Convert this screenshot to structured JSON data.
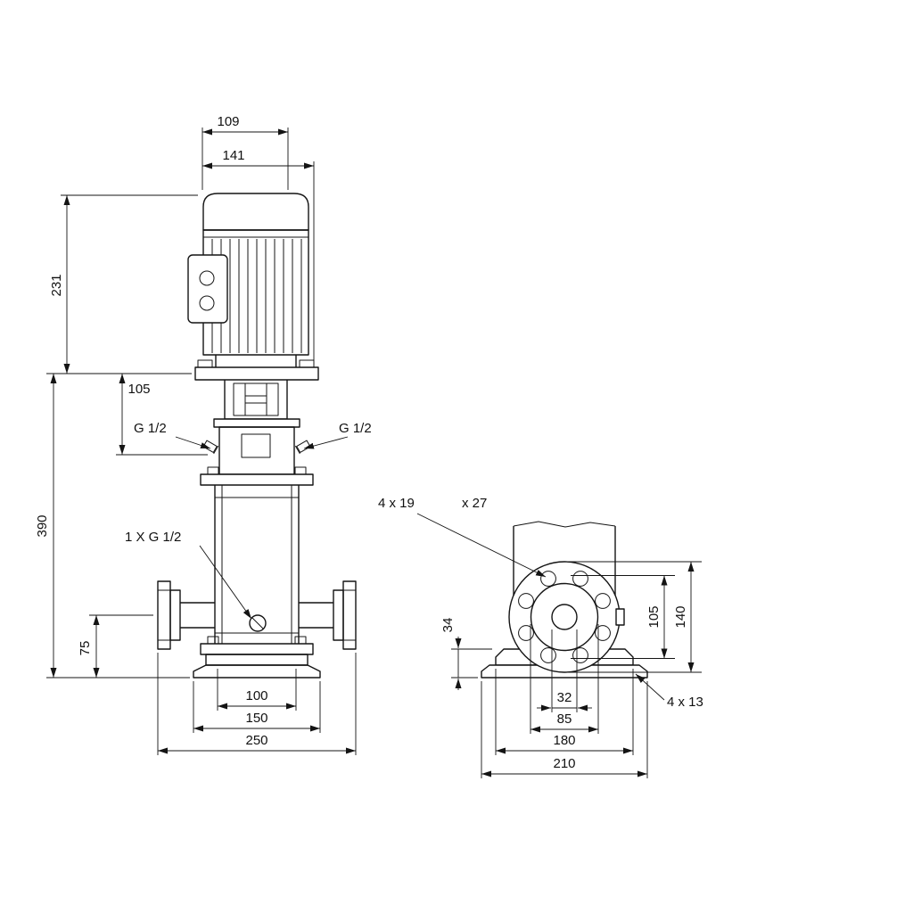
{
  "page": {
    "background": "#ffffff",
    "line_color": "#141414"
  },
  "front_view": {
    "dims": {
      "d109": "109",
      "d141": "141",
      "d231": "231",
      "d105_upper": "105",
      "d390": "390",
      "d75": "75",
      "d100": "100",
      "d150": "150",
      "d250": "250"
    },
    "labels": {
      "plug_left": "G 1/2",
      "plug_right": "G 1/2",
      "drain": "1 X G 1/2"
    }
  },
  "side_view": {
    "dims": {
      "d34": "34",
      "d105_flange": "105",
      "d140": "140",
      "d32": "32",
      "d85": "85",
      "d180": "180",
      "d210": "210"
    },
    "labels": {
      "flange_holes": "4 x 19",
      "flange_holes_cb": "x 27",
      "base_holes": "4 x 13"
    }
  }
}
